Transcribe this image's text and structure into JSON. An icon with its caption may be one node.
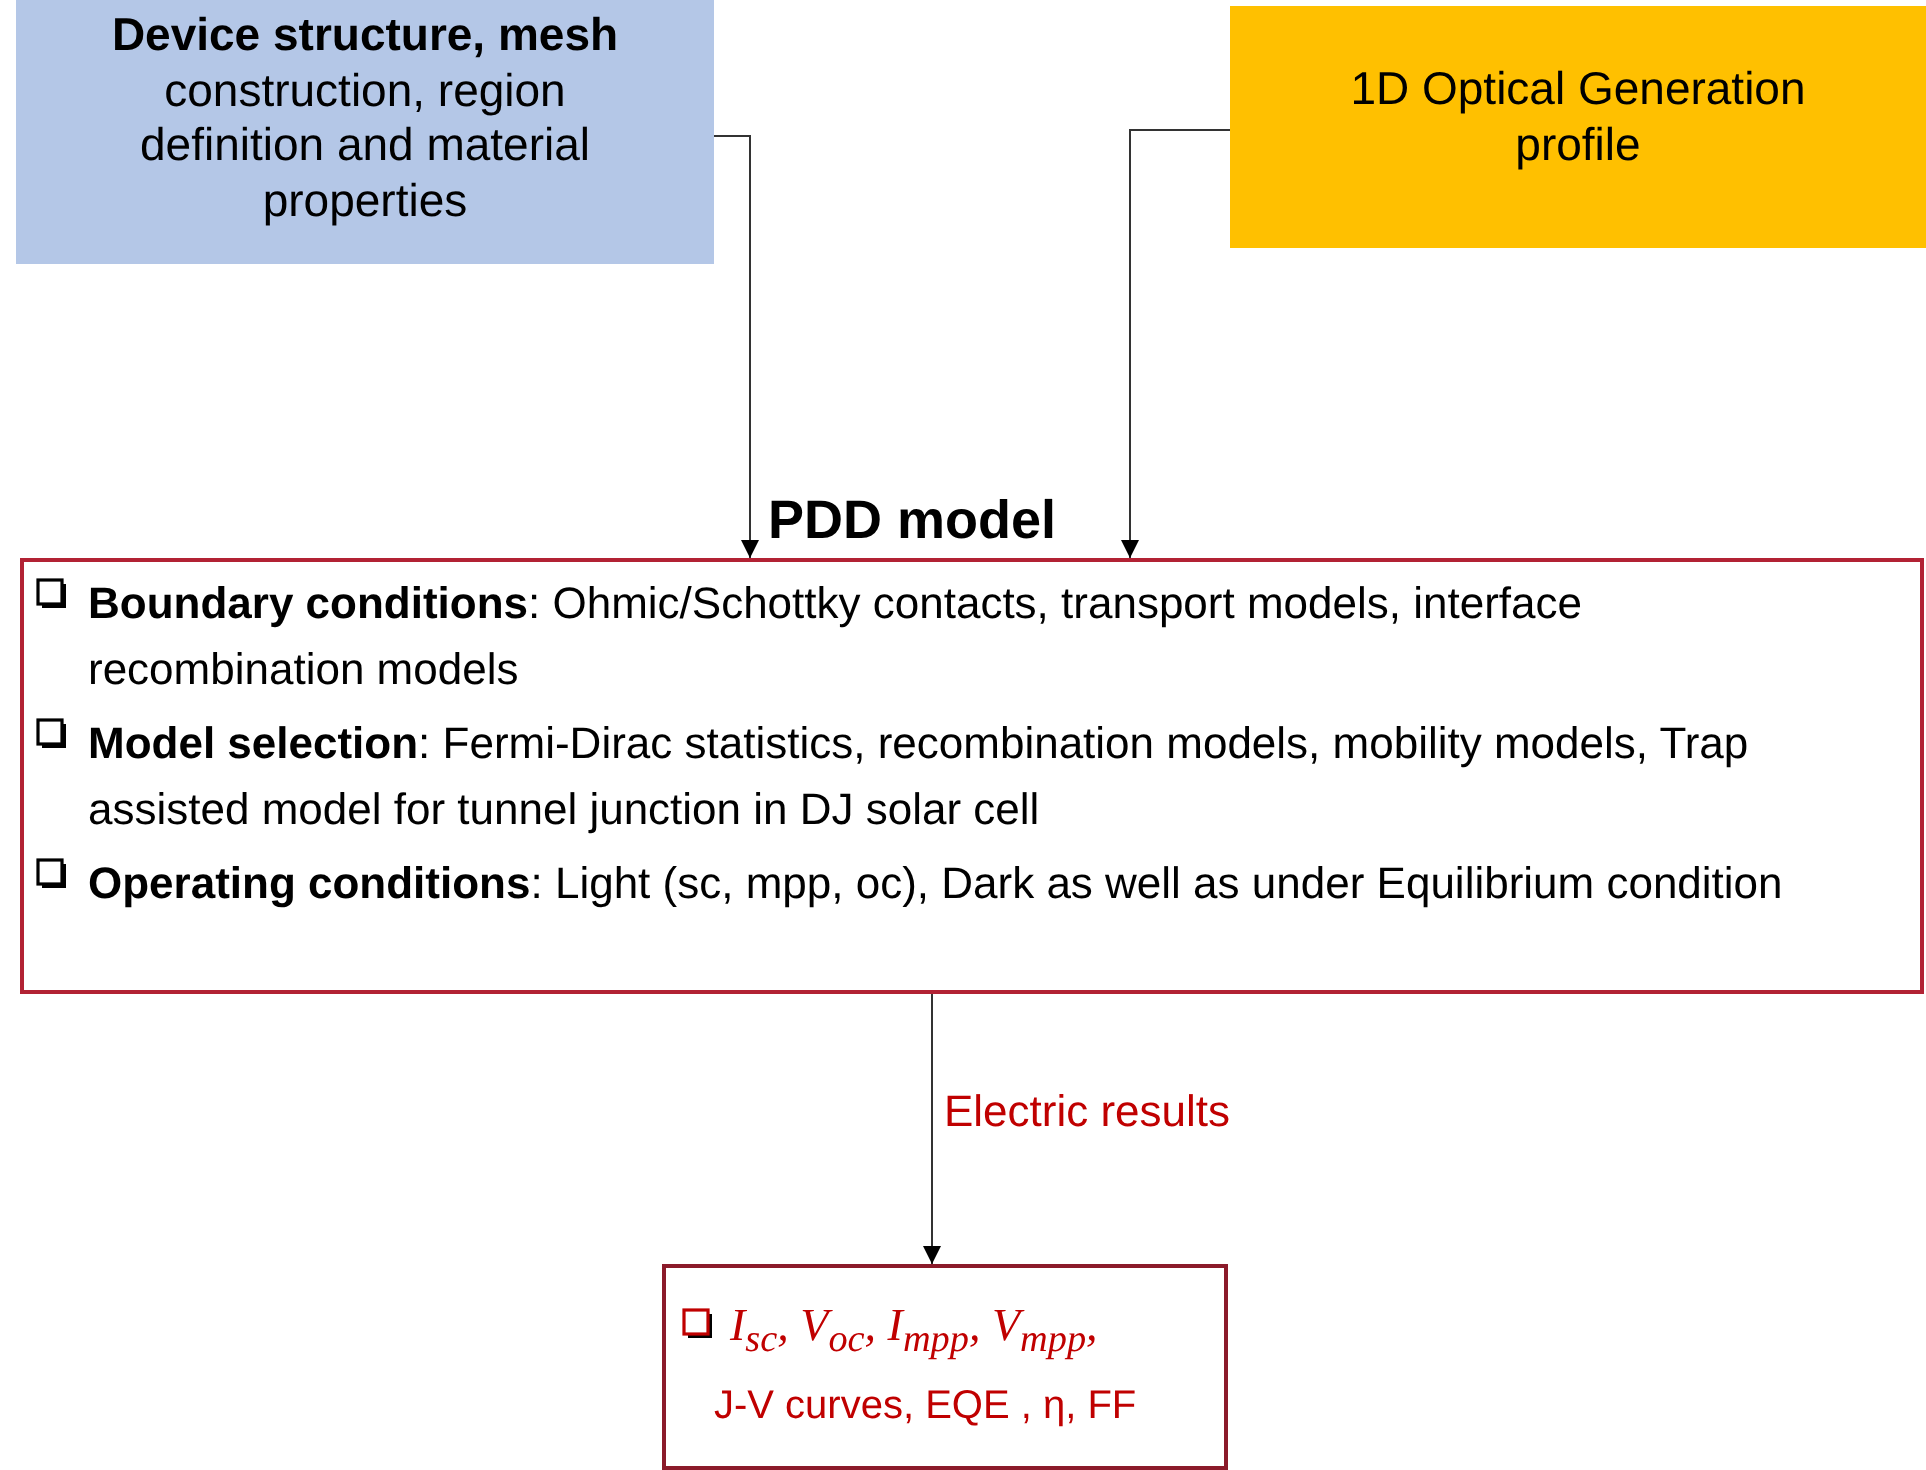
{
  "diagram": {
    "nodes": [
      {
        "text": [
          "**Device structure, mesh** construction, region definition and material properties"
        ]
      },
      {
        "text": [
          "1D Optical Generation profile"
        ]
      },
      {
        "text": [
          "PDD model",
          "**Boundary conditions**: Ohmic/Schottky contacts, transport models, interface recombination models",
          "**Model selection**: Fermi-Dirac statistics, recombination models, mobility models, Trap assisted model for tunnel junction in DJ solar cell",
          "**Operating conditions**: Light (sc, mpp, oc), Dark as well as under Equilibrium condition"
        ]
      },
      {
        "text": [
          "I$_{sc}$, V$_{oc}$, I$_{mpp}$, V$_{mpp}$,",
          "J-V curves, EQE , η, FF"
        ]
      }
    ],
    "edges": [
      {
        "from": 0,
        "to": 2,
        "arrow": "to"
      },
      {
        "from": 1,
        "to": 2,
        "arrow": "to"
      },
      {
        "from": 2,
        "to": 3,
        "arrow": "to",
        "label": "Electric results"
      }
    ]
  }
}
